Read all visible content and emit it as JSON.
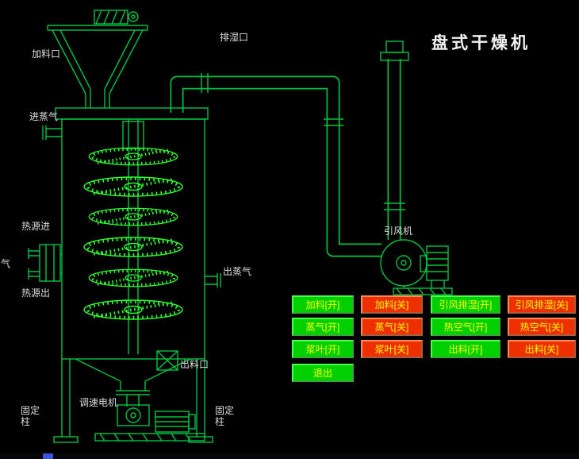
{
  "title": "盘式干燥机",
  "schematic": {
    "labels": {
      "feed_port": "加料口",
      "dehumid_port": "排湿口",
      "steam_inlet": "进蒸气",
      "heat_source_in": "热源进",
      "left_edge_partial": "气",
      "heat_source_out": "热源出",
      "steam_outlet": "出蒸气",
      "discharge_port": "出料口",
      "speed_motor": "调速电机",
      "fixed_column_left": "固定柱",
      "fixed_column_right": "固定柱",
      "draft_fan": "引风机"
    }
  },
  "controls": {
    "buttons": [
      {
        "id": "feed-on",
        "label": "加料[开]",
        "state": "on"
      },
      {
        "id": "feed-off",
        "label": "加料[关]",
        "state": "off"
      },
      {
        "id": "draft-on",
        "label": "引风排湿[开]",
        "state": "on"
      },
      {
        "id": "draft-off",
        "label": "引风排湿[关]",
        "state": "off"
      },
      {
        "id": "steam-on",
        "label": "蒸气[开]",
        "state": "on"
      },
      {
        "id": "steam-off",
        "label": "蒸气[关]",
        "state": "off"
      },
      {
        "id": "hotair-on",
        "label": "热空气[开]",
        "state": "on"
      },
      {
        "id": "hotair-off",
        "label": "热空气[关]",
        "state": "off"
      },
      {
        "id": "paddle-on",
        "label": "浆叶[开]",
        "state": "on"
      },
      {
        "id": "paddle-off",
        "label": "浆叶[关]",
        "state": "off"
      },
      {
        "id": "discharge-on",
        "label": "出料[开]",
        "state": "on"
      },
      {
        "id": "discharge-off",
        "label": "出料[关]",
        "state": "off"
      },
      {
        "id": "exit",
        "label": "退出",
        "state": "on"
      }
    ]
  },
  "colors": {
    "background": "#000000",
    "structure_line": "#00c341",
    "disc": "#2eff2e",
    "label_text": "#dcdcdc",
    "title_text": "#f2f2f2",
    "button_on_bg": "#00cf00",
    "button_off_bg": "#ee3000",
    "button_text": "#ffff00"
  }
}
